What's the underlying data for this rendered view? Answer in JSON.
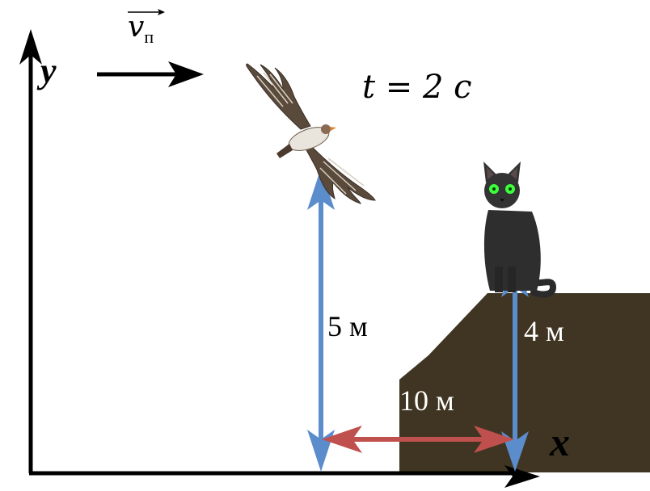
{
  "axes": {
    "y_label": "y",
    "x_label": "x"
  },
  "velocity": {
    "symbol": "v",
    "subscript": "п"
  },
  "time_label": "t = 2 с",
  "measurements": {
    "bird_height": "5 м",
    "cat_height": "4 м",
    "horizontal_distance": "10 м"
  },
  "colors": {
    "ground_block": "#3f3522",
    "vertical_arrows": "#5b8ccc",
    "horizontal_arrow": "#c0504d",
    "axes": "#000000"
  }
}
